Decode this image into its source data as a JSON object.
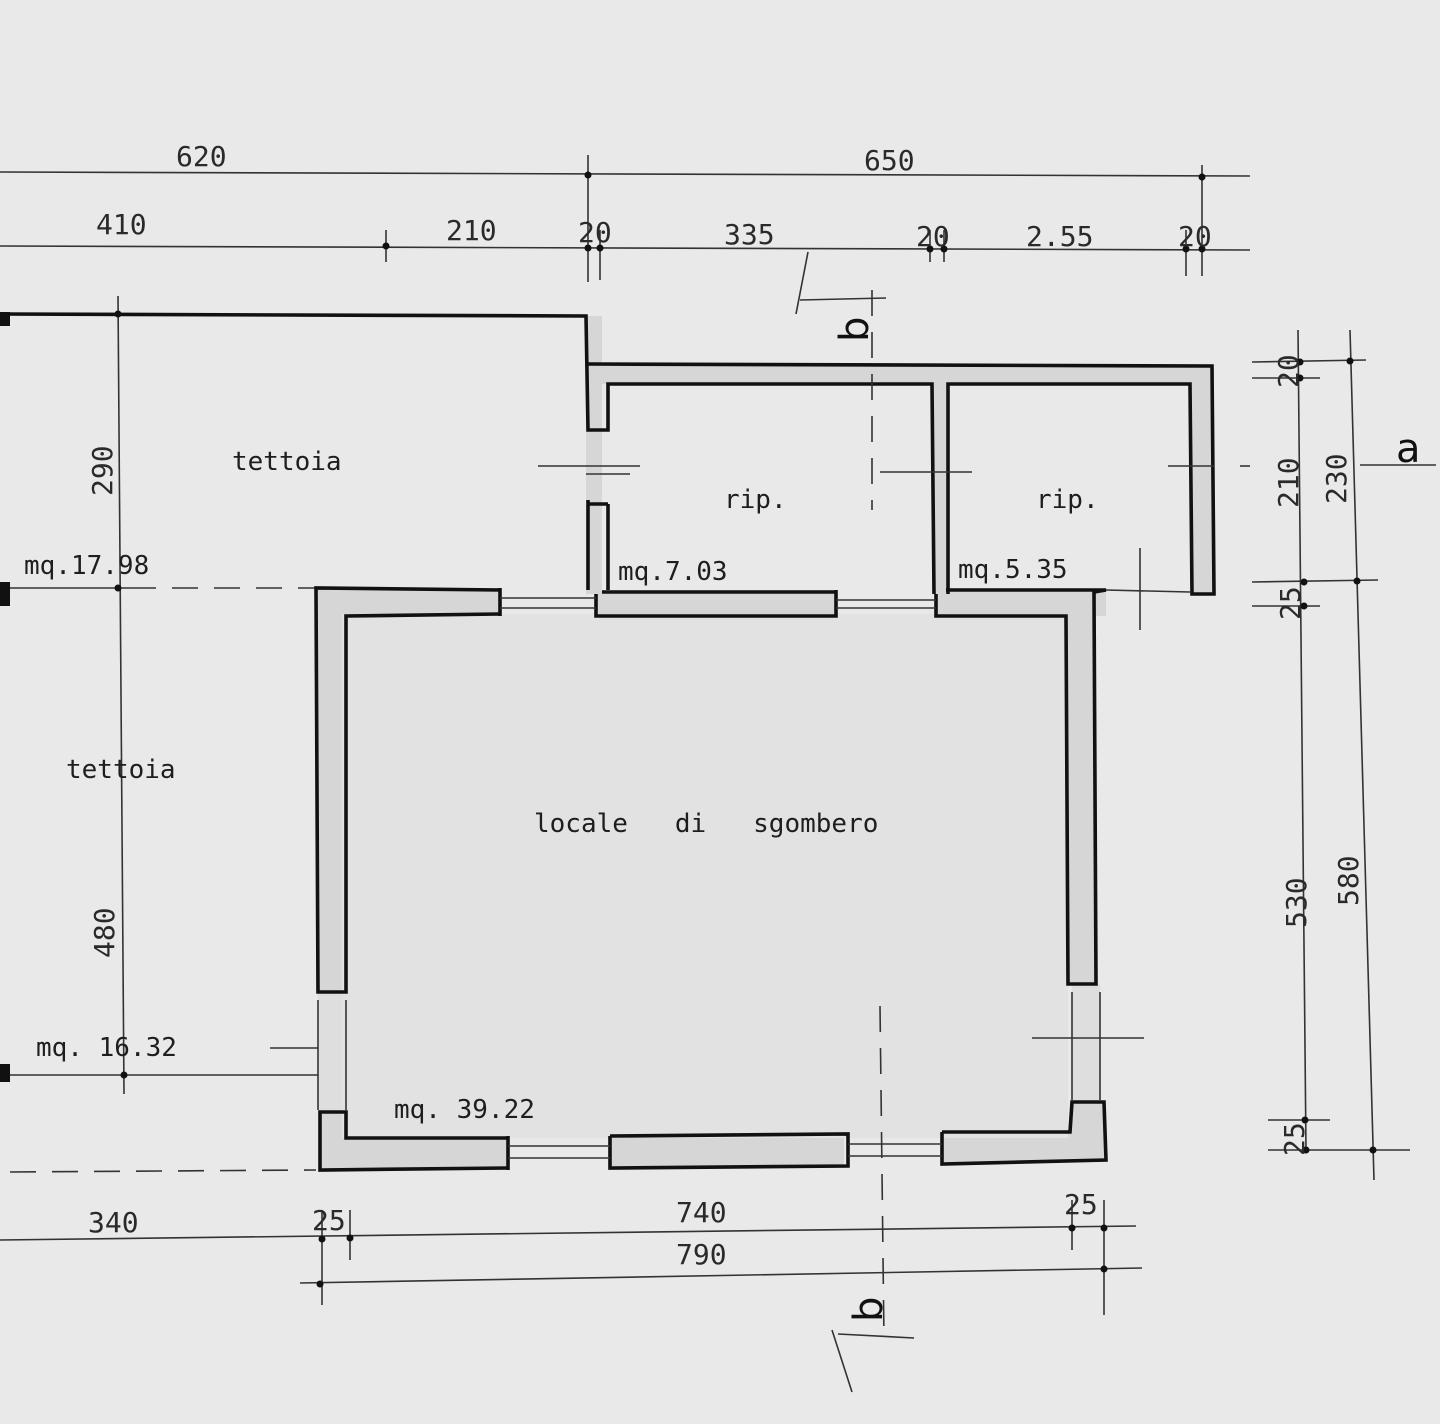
{
  "rooms": {
    "tettoia_upper": {
      "name": "tettoia",
      "area": "mq.17.98"
    },
    "tettoia_lower": {
      "name": "tettoia",
      "area": "mq. 16.32"
    },
    "rip_left": {
      "name": "rip.",
      "area": "mq.7.03"
    },
    "rip_right": {
      "name": "rip.",
      "area": "mq.5.35"
    },
    "main": {
      "name": "locale   di   sgombero",
      "area": "mq. 39.22"
    }
  },
  "dimensions": {
    "top_total": [
      "620",
      "650"
    ],
    "top_partial": [
      "410",
      "210",
      "20",
      "335",
      "20",
      "2.55",
      "20"
    ],
    "left_vertical": [
      "290",
      "480"
    ],
    "right_inner": [
      "20",
      "210",
      "25",
      "530",
      "25"
    ],
    "right_outer": [
      "230",
      "580"
    ],
    "bottom_partial": [
      "340",
      "25",
      "740",
      "25"
    ],
    "bottom_total": "790"
  },
  "section_marks": {
    "a": "a",
    "b_top": "b",
    "b_bottom": "b"
  },
  "colors": {
    "paper": "#e9e9e9",
    "wall": "#111111",
    "hatch": "#d2d2d2",
    "line": "#333333"
  }
}
